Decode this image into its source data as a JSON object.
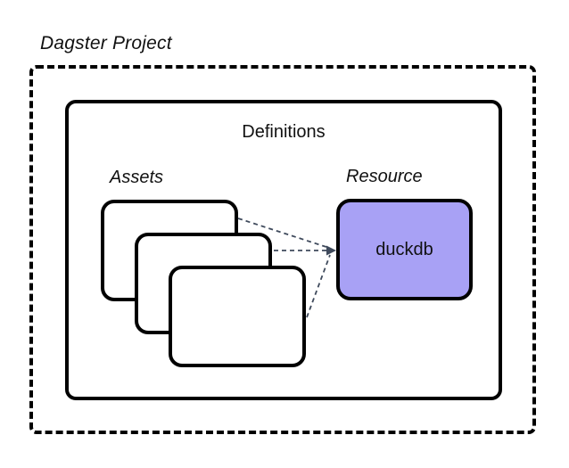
{
  "diagram": {
    "title": "Dagster Project",
    "definitions": {
      "label": "Definitions"
    },
    "assets": {
      "group_label": "Assets",
      "cards": [
        {
          "name": "asset-card-1"
        },
        {
          "name": "asset-card-2"
        },
        {
          "name": "asset-card-3"
        }
      ]
    },
    "resource": {
      "group_label": "Resource",
      "box_label": "duckdb"
    },
    "connections": [
      {
        "from": "asset-card-1",
        "to": "duckdb",
        "style": "dashed"
      },
      {
        "from": "asset-card-2",
        "to": "duckdb",
        "style": "dashed"
      },
      {
        "from": "asset-card-3",
        "to": "duckdb",
        "style": "dashed"
      }
    ],
    "colors": {
      "background": "#ffffff",
      "border": "#000000",
      "resource_fill": "#a8a1f5",
      "connector": "#3f4a5c",
      "text": "#111111"
    }
  }
}
